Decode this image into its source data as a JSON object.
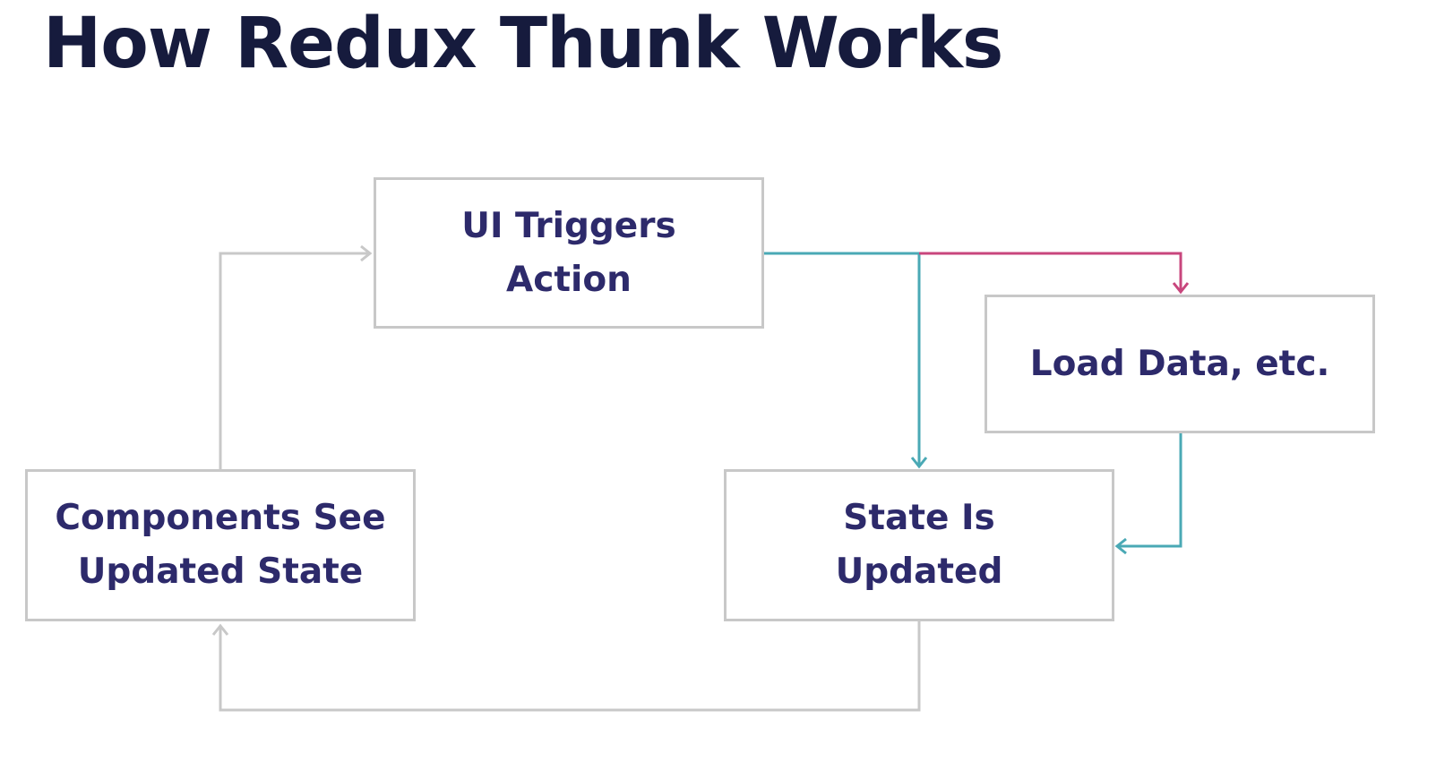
{
  "title": "How Redux Thunk Works",
  "nodes": {
    "ui_triggers": "UI Triggers\nAction",
    "load_data": "Load Data, etc.",
    "state_updated": "State Is\nUpdated",
    "components_see": "Components See\nUpdated State"
  },
  "colors": {
    "title": "#161b3d",
    "label": "#2d2a6b",
    "box_border": "#c8c8c8",
    "gray_arrow": "#c8c8c8",
    "teal_arrow": "#4aa9b5",
    "pink_arrow": "#c8467d"
  }
}
